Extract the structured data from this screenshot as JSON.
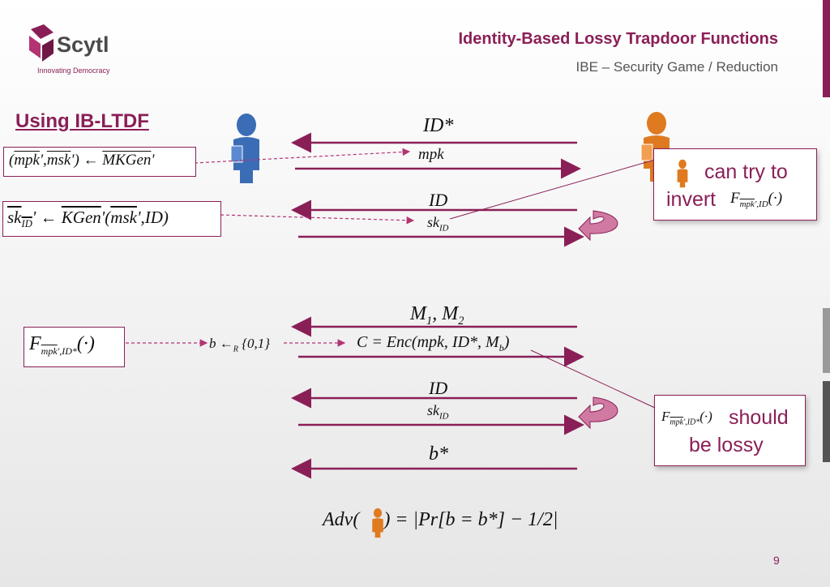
{
  "brand": {
    "logo_text": "Scytl",
    "tagline": "Innovating Democracy"
  },
  "header": {
    "title": "Identity-Based Lossy Trapdoor Functions",
    "subtitle": "IBE – Security Game / Reduction"
  },
  "section_heading": "Using IB-LTDF",
  "left_boxes": {
    "mkgen": "(mpk',msk') ← MKGen'",
    "kgen": "sk_ID' ← KGen'(msk',ID)",
    "f_id_star": "F_mpk',ID*(·)"
  },
  "messages": {
    "id_star": "ID*",
    "mpk": "mpk",
    "id1": "ID",
    "sk_id1": "sk",
    "sk_id1_sub": "ID",
    "m1m2": "M1,M2",
    "b_sample": "b ←R {0,1}",
    "challenge": "C = Enc(mpk, ID*, Mb)",
    "id2": "ID",
    "sk_id2": "sk",
    "sk_id2_sub": "ID",
    "b_star": "b*"
  },
  "callouts": {
    "invert_text_1": "can try to",
    "invert_text_2": "invert",
    "invert_fn": "F_mpk',ID(·)",
    "lossy_fn": "F_mpk',ID*(·)",
    "lossy_text_1": "should",
    "lossy_text_2": "be lossy"
  },
  "advantage": "Adv(  ) = |Pr[b = b*] − 1/2|",
  "slide_number": "9",
  "colors": {
    "accent": "#8a1f57",
    "challenger": "#3a6db5",
    "adversary": "#e07a20"
  }
}
